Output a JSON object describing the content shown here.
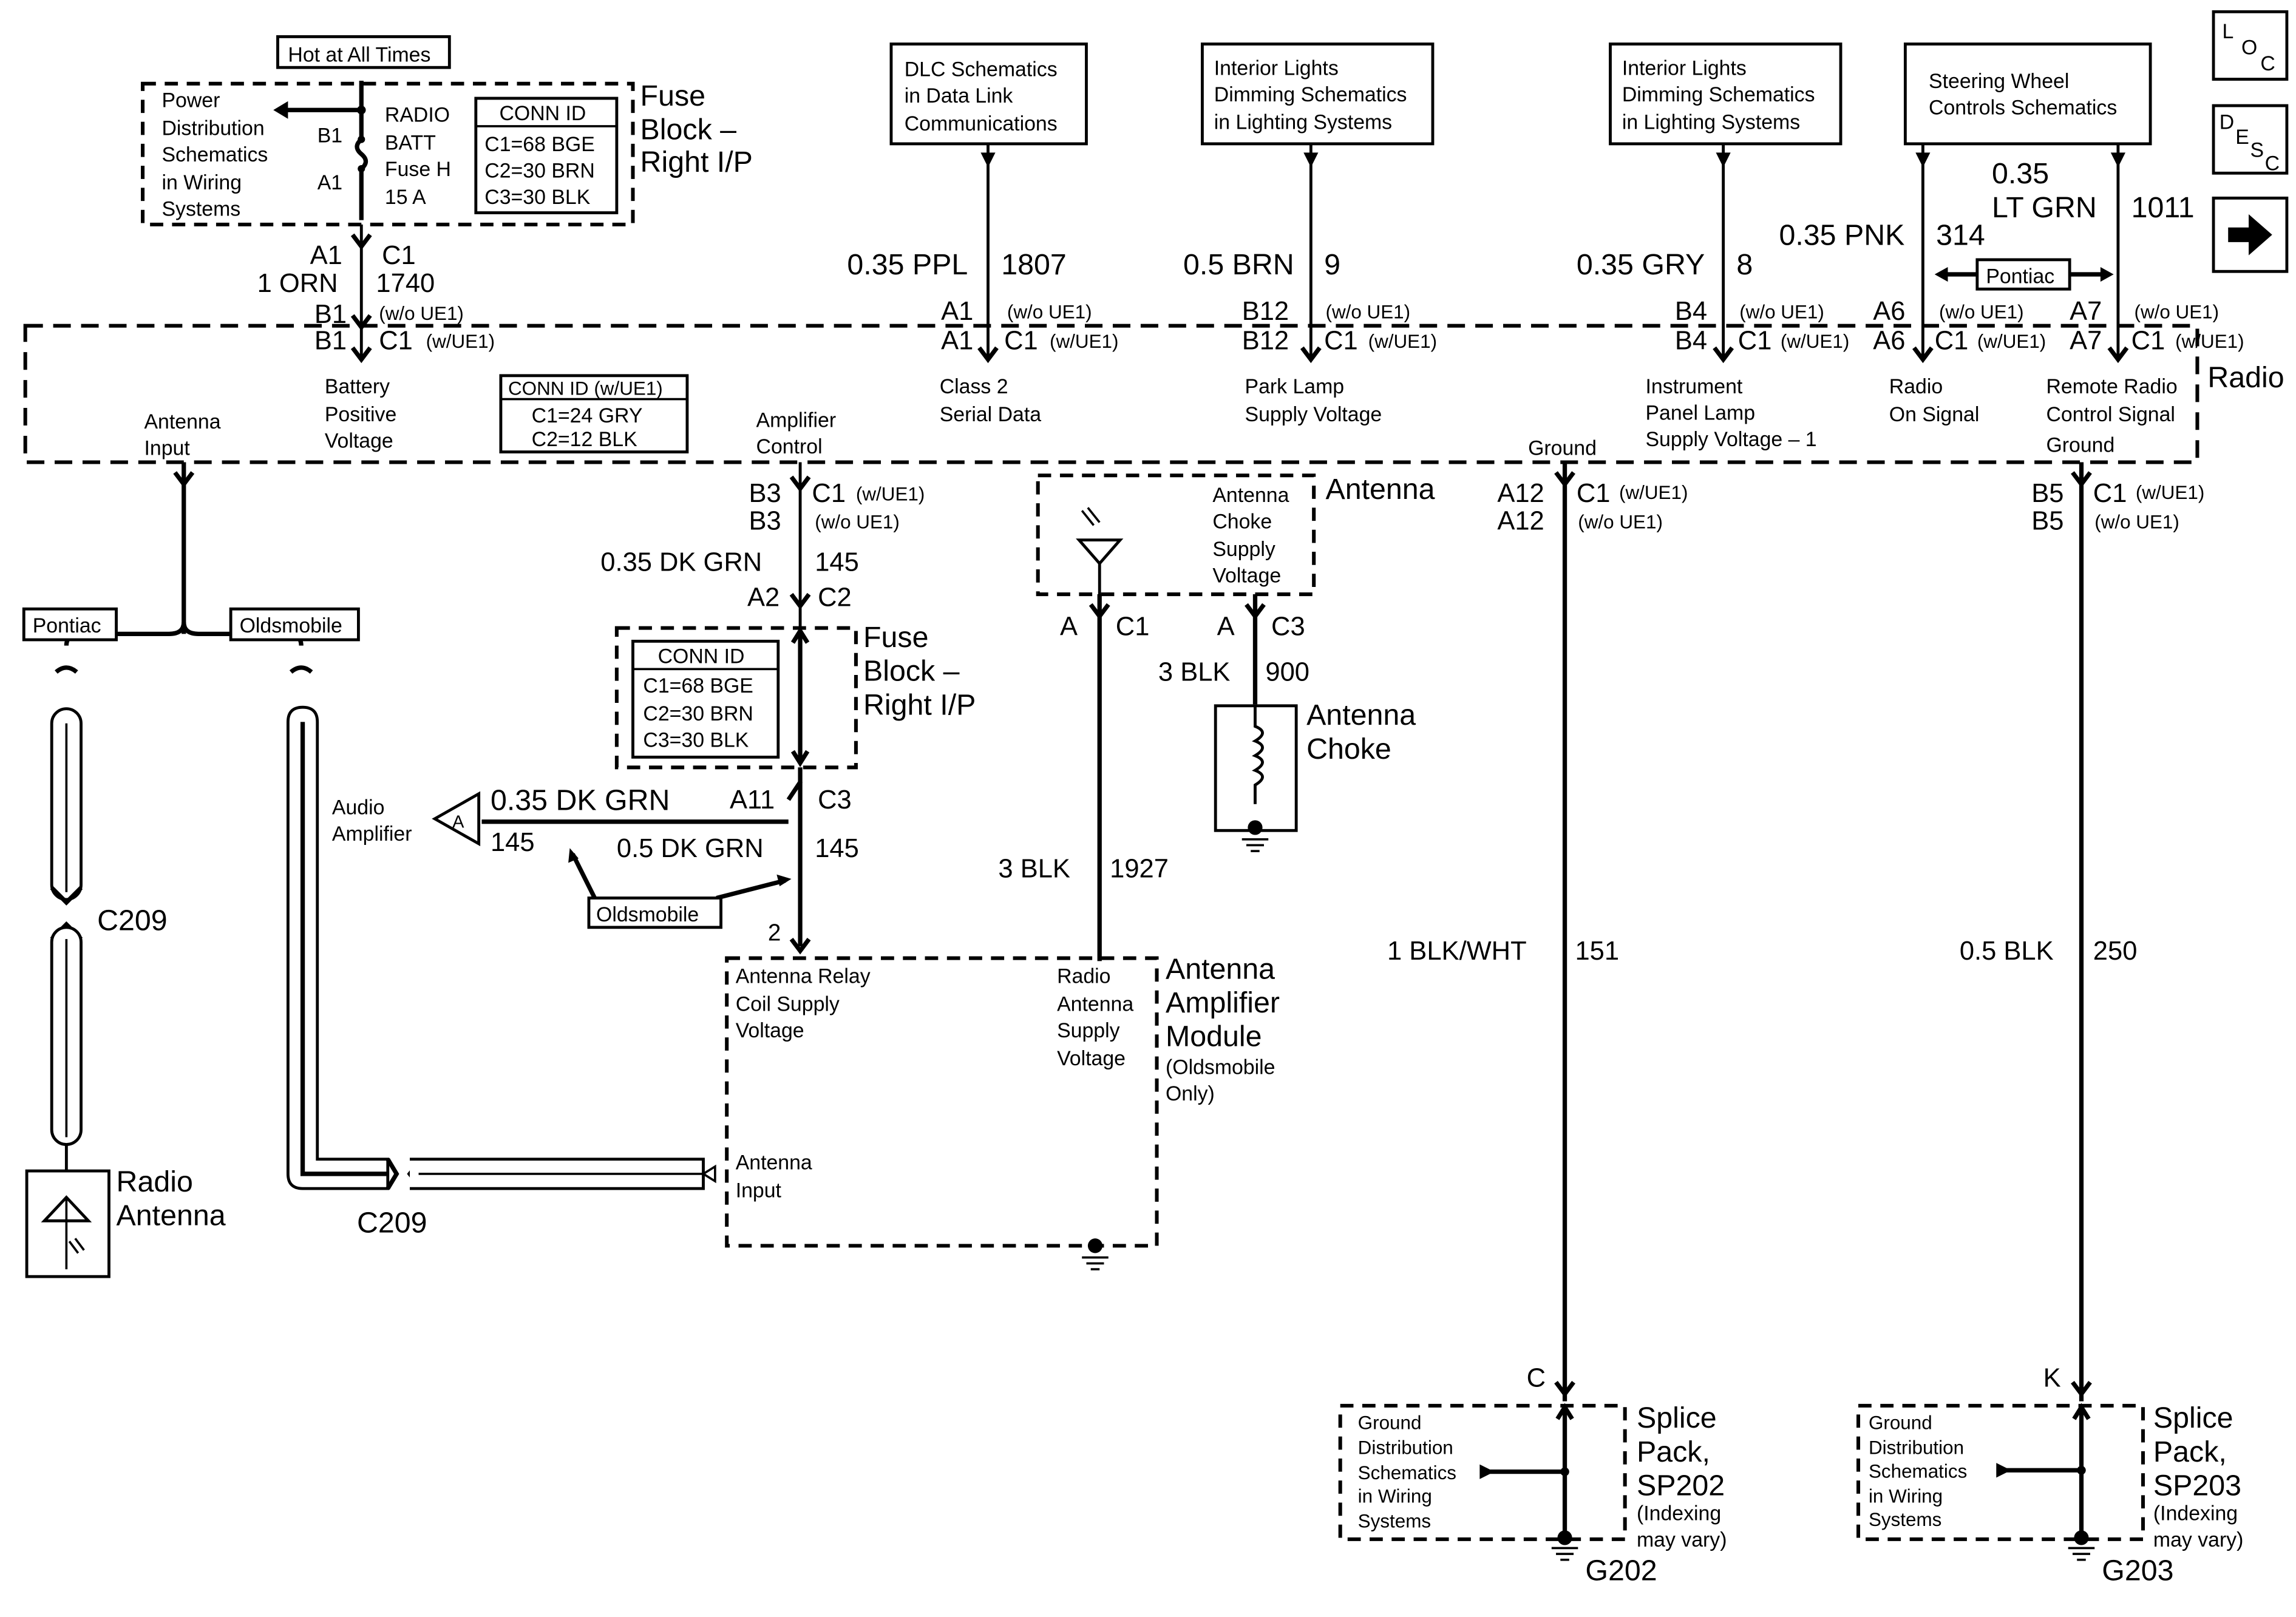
{
  "nav": {
    "loc": {
      "l1": "L",
      "l2": "O",
      "l3": "C"
    },
    "desc": {
      "l1": "D",
      "l2": "E",
      "l3": "S",
      "l4": "C"
    },
    "next_arrow": "arrow-right-icon"
  },
  "top_left": {
    "hot_label": "Hot at All Times",
    "power_dist": [
      "Power",
      "Distribution",
      "Schematics",
      "in Wiring",
      "Systems"
    ],
    "b1": "B1",
    "a1": "A1",
    "fuse_label": [
      "RADIO",
      "BATT",
      "Fuse H",
      "15 A"
    ],
    "conn_id": {
      "title": "CONN ID",
      "rows": [
        "C1=68 BGE",
        "C2=30 BRN",
        "C3=30 BLK"
      ]
    },
    "fuse_block": [
      "Fuse",
      "Block –",
      "Right I/P"
    ],
    "pin_a1": "A1",
    "pin_c1": "C1",
    "wire_gauge": "1 ORN",
    "wire_circuit": "1740",
    "pin_b1a": "B1",
    "note_b1a": "(w/o UE1)",
    "pin_b1b": "B1",
    "pin_c1b": "C1",
    "note_c1b": "(w/UE1)"
  },
  "refs": {
    "dlc": [
      "DLC Schematics",
      "in Data Link",
      "Communications"
    ],
    "interior1": [
      "Interior Lights",
      "Dimming Schematics",
      "in Lighting Systems"
    ],
    "interior2": [
      "Interior Lights",
      "Dimming Schematics",
      "in Lighting Systems"
    ],
    "steering": [
      "Steering Wheel",
      "Controls Schematics"
    ]
  },
  "wires_top": {
    "ppl": {
      "gauge": "0.35 PPL",
      "circuit": "1807",
      "p1": "A1",
      "n1": "(w/o UE1)",
      "p2": "A1",
      "c": "C1",
      "n2": "(w/UE1)"
    },
    "brn": {
      "gauge": "0.5 BRN",
      "circuit": "9",
      "p1": "B12",
      "n1": "(w/o UE1)",
      "p2": "B12",
      "c": "C1",
      "n2": "(w/UE1)"
    },
    "gry": {
      "gauge": "0.35 GRY",
      "circuit": "8",
      "p1": "B4",
      "n1": "(w/o UE1)",
      "p2": "B4",
      "c": "C1",
      "n2": "(w/UE1)"
    },
    "pnk": {
      "gauge": "0.35 PNK",
      "circuit": "314",
      "p1": "A6",
      "n1": "(w/o UE1)",
      "p2": "A6",
      "c": "C1",
      "n2": "(w/UE1)"
    },
    "ltgrn": {
      "gauge1": "0.35",
      "gauge2": "LT GRN",
      "circuit": "1011",
      "p1": "A7",
      "n1": "(w/o UE1)",
      "p2": "A7",
      "c": "C1",
      "n2": "(w/UE1)"
    },
    "pontiac": "Pontiac"
  },
  "radio": {
    "label": "Radio",
    "conn_id": {
      "title": "CONN ID (w/UE1)",
      "rows": [
        "C1=24 GRY",
        "C2=12 BLK"
      ]
    },
    "antenna_input": [
      "Antenna",
      "Input"
    ],
    "battery": [
      "Battery",
      "Positive",
      "Voltage"
    ],
    "amp_control": [
      "Amplifier",
      "Control"
    ],
    "class2": [
      "Class 2",
      "Serial Data"
    ],
    "park_lamp": [
      "Park Lamp",
      "Supply Voltage"
    ],
    "ground1": "Ground",
    "instrument": [
      "Instrument",
      "Panel Lamp",
      "Supply Voltage – 1"
    ],
    "radio_on": [
      "Radio",
      "On Signal"
    ],
    "remote": [
      "Remote Radio",
      "Control Signal"
    ],
    "ground2": "Ground"
  },
  "amp_wire": {
    "b3a": "B3",
    "c1": "C1",
    "n1": "(w/UE1)",
    "b3b": "B3",
    "n2": "(w/o UE1)",
    "gauge": "0.35 DK GRN",
    "circuit": "145",
    "a2": "A2",
    "c2": "C2"
  },
  "fuse_block2": {
    "conn_id": {
      "title": "CONN ID",
      "rows": [
        "C1=68 BGE",
        "C2=30 BRN",
        "C3=30 BLK"
      ]
    },
    "label": [
      "Fuse",
      "Block –",
      "Right I/P"
    ],
    "a11": "A11",
    "c3": "C3"
  },
  "audio_amp": {
    "label": [
      "Audio",
      "Amplifier"
    ],
    "connector": "A",
    "gauge": "0.35 DK GRN",
    "circuit": "145",
    "gauge2": "0.5 DK GRN",
    "circuit2": "145",
    "oldsmobile": "Oldsmobile",
    "pin2": "2"
  },
  "antenna_choke": {
    "antenna_label": "Antenna",
    "supply": [
      "Antenna",
      "Choke",
      "Supply",
      "Voltage"
    ],
    "a_c1": "A",
    "c1": "C1",
    "a_c3": "A",
    "c3": "C3",
    "gauge": "3 BLK",
    "circuit": "900",
    "choke_label": [
      "Antenna",
      "Choke"
    ],
    "gauge2": "3 BLK",
    "circuit2": "1927"
  },
  "amp_module": {
    "relay": [
      "Antenna Relay",
      "Coil Supply",
      "Voltage"
    ],
    "supply": [
      "Radio",
      "Antenna",
      "Supply",
      "Voltage"
    ],
    "input": [
      "Antenna",
      "Input"
    ],
    "title": [
      "Antenna",
      "Amplifier",
      "Module"
    ],
    "note": [
      "(Oldsmobile",
      "Only)"
    ]
  },
  "antenna_left": {
    "pontiac": "Pontiac",
    "oldsmobile": "Oldsmobile",
    "c209a": "C209",
    "c209b": "C209",
    "radio_antenna": [
      "Radio",
      "Antenna"
    ]
  },
  "ground_a": {
    "a12a": "A12",
    "c1": "C1",
    "n1": "(w/UE1)",
    "a12b": "A12",
    "n2": "(w/o UE1)",
    "gauge": "1 BLK/WHT",
    "circuit": "151",
    "pin": "C",
    "dist": [
      "Ground",
      "Distribution",
      "Schematics",
      "in Wiring",
      "Systems"
    ],
    "splice": [
      "Splice",
      "Pack,",
      "SP202"
    ],
    "note": [
      "(Indexing",
      "may vary)"
    ],
    "ground": "G202"
  },
  "ground_b": {
    "b5a": "B5",
    "c1": "C1",
    "n1": "(w/UE1)",
    "b5b": "B5",
    "n2": "(w/o UE1)",
    "gauge": "0.5 BLK",
    "circuit": "250",
    "pin": "K",
    "dist": [
      "Ground",
      "Distribution",
      "Schematics",
      "in Wiring",
      "Systems"
    ],
    "splice": [
      "Splice",
      "Pack,",
      "SP203"
    ],
    "note": [
      "(Indexing",
      "may vary)"
    ],
    "ground": "G203"
  }
}
